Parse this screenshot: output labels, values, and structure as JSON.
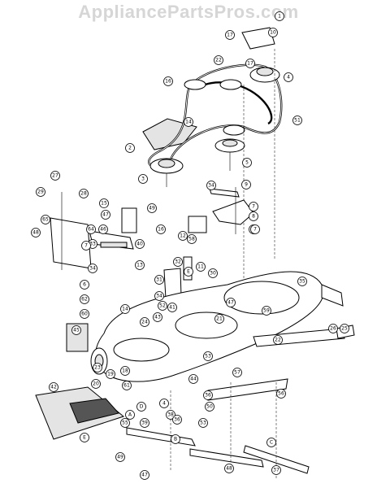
{
  "watermark": "AppliancePartsPros.com",
  "callouts": [
    "1",
    "17",
    "10",
    "22",
    "17",
    "16",
    "4",
    "14",
    "2",
    "51",
    "3",
    "5",
    "34",
    "27",
    "29",
    "28",
    "15",
    "49",
    "48",
    "47",
    "46",
    "16",
    "65",
    "64",
    "33",
    "34",
    "40",
    "13",
    "12",
    "11",
    "8",
    "9",
    "7",
    "7",
    "7",
    "35",
    "6",
    "22",
    "60",
    "62",
    "30",
    "31",
    "11",
    "34",
    "32",
    "41",
    "47",
    "52",
    "42",
    "43",
    "24",
    "56",
    "45",
    "14",
    "26",
    "25",
    "23",
    "18",
    "19",
    "20",
    "44",
    "53",
    "57",
    "36",
    "50",
    "55",
    "39",
    "38",
    "53",
    "49",
    "47",
    "48",
    "37",
    "36",
    "4",
    "21",
    "58",
    "61",
    "59",
    "D",
    "E",
    "E",
    "A",
    "B",
    "C"
  ]
}
